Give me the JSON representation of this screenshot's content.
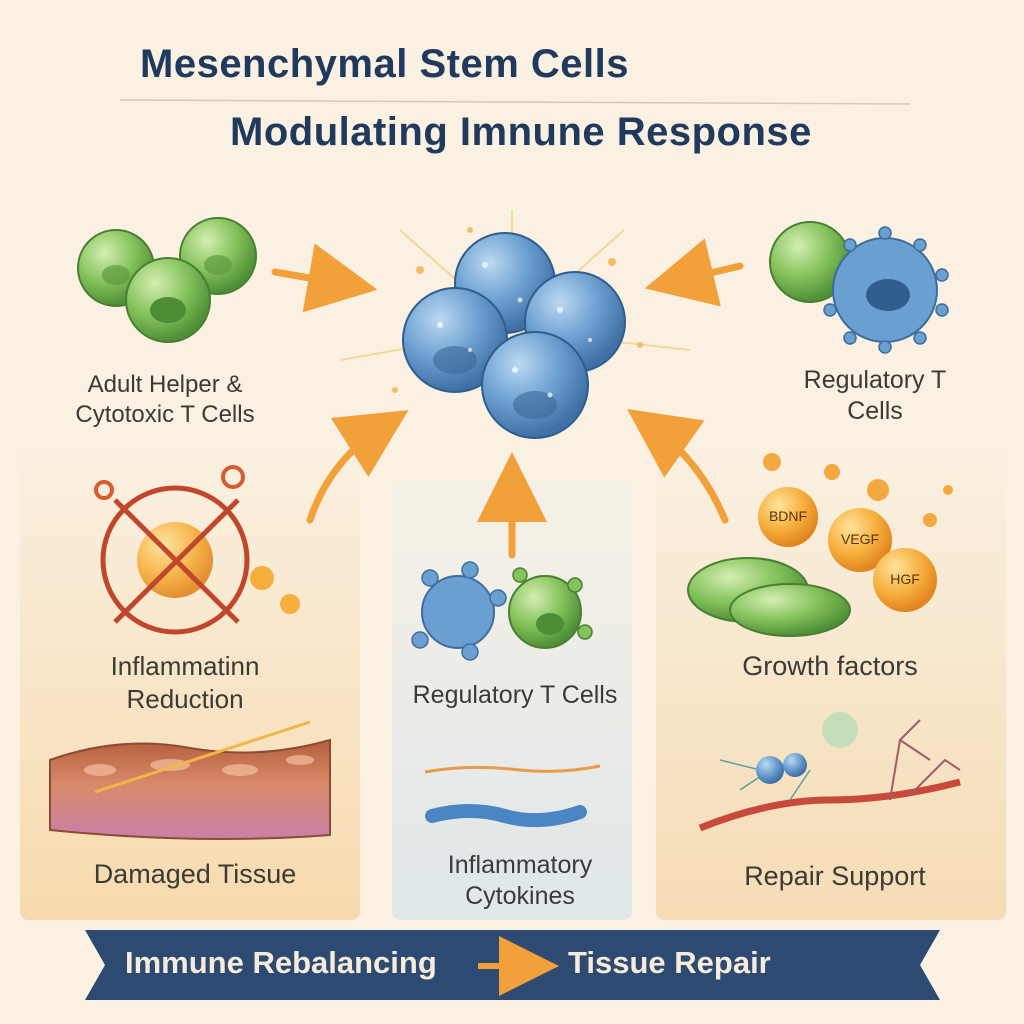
{
  "title": {
    "line1": "Mesenchymal Stem Cells",
    "line2": "Modulating Imnune Response"
  },
  "panels": {
    "top_left_label": "Adult Helper & Cytotoxic T Cells",
    "top_right_label": "Regulatory T Cells",
    "inflammation_label": "Inflammatinn Reduction",
    "damaged_tissue_label": "Damaged Tissue",
    "center_regulatory_label": "Regulatory T Cells",
    "cytokines_label": "Inflammatory Cytokines",
    "growth_factors_label": "Growth factors",
    "repair_label": "Repair Support"
  },
  "growth_factors": [
    "BDNF",
    "VEGF",
    "HGF"
  ],
  "banner": {
    "left": "Immune Rebalancing",
    "right": "Tissue Repair"
  },
  "colors": {
    "title": "#203a5e",
    "msc_blue": "#5f95c9",
    "t_cell_green": "#7cbf55",
    "arrow_orange": "#f2a13a",
    "banner_navy": "#2d4a73",
    "inflammation_red": "#c0472c"
  }
}
